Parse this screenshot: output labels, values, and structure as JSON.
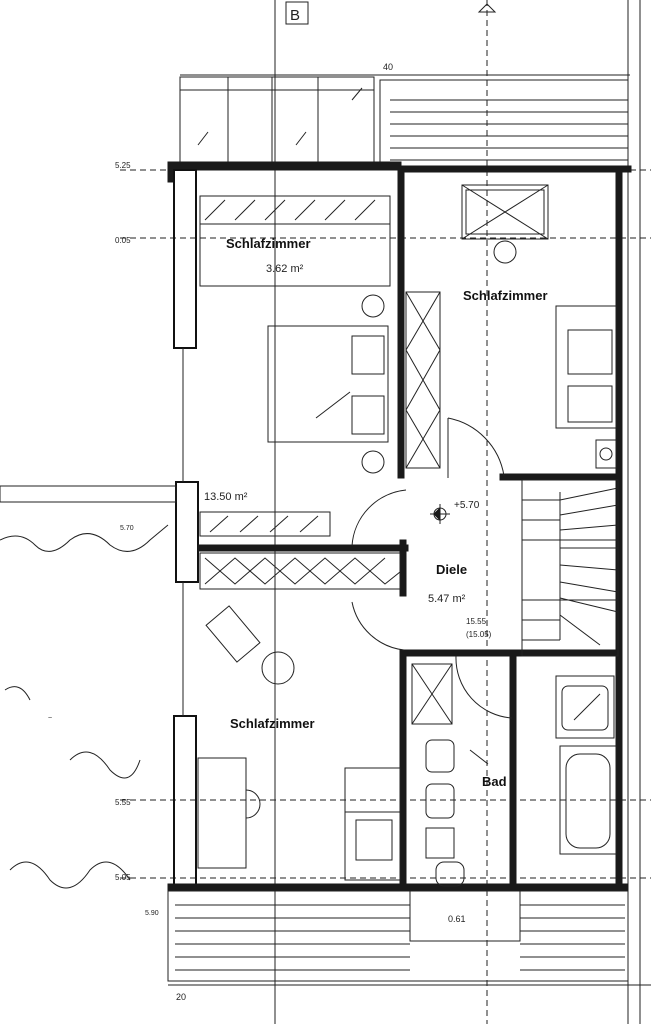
{
  "plan": {
    "rooms": [
      {
        "id": "bedroom_top_left",
        "name": "Schlafzimmer",
        "area": "3.62 m²"
      },
      {
        "id": "bedroom_top_right",
        "name": "Schlafzimmer",
        "area": ""
      },
      {
        "id": "bedroom_middle_left",
        "name": "",
        "area": "13.50 m²"
      },
      {
        "id": "hall",
        "name": "Diele",
        "area": "5.47 m²"
      },
      {
        "id": "bedroom_bottom_left",
        "name": "Schlafzimmer",
        "area": ""
      },
      {
        "id": "bath",
        "name": "Bad",
        "area": ""
      }
    ],
    "annotations": {
      "grid_label_top": "B",
      "dim_top": "40",
      "level_marks": [
        "5.25",
        "0.05",
        "5.55",
        "5.05",
        "5.70",
        "5.90"
      ],
      "hall_level": "+5.70",
      "stair_note_1": "15.55",
      "stair_note_2": "(15.05)",
      "bath_dim": "0.61",
      "dim_bottom": "20"
    },
    "colors": {
      "line": "#111111",
      "paper": "#ffffff"
    }
  }
}
